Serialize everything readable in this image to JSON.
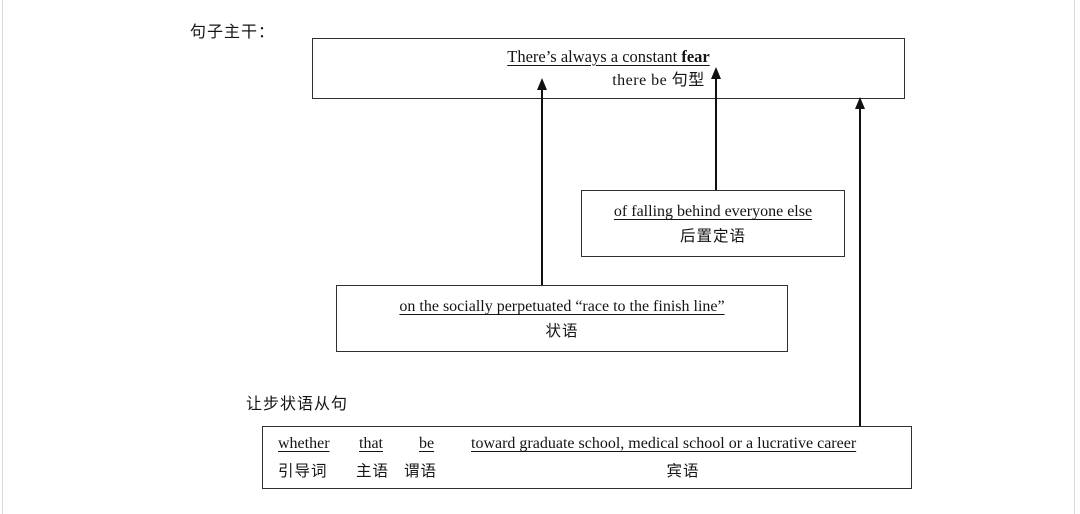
{
  "labels": {
    "main_label": "句子主干：",
    "clause_label": "让步状语从句"
  },
  "colors": {
    "text": "#141414",
    "box_border": "#2f2f2f",
    "arrow": "#111111",
    "edge_line": "#d9d9d9",
    "background": "#ffffff"
  },
  "main_box": {
    "sentence": "There’s always a constant ",
    "sentence_bold": "fear",
    "pattern_note": "there be 句型"
  },
  "attributive_box": {
    "text": "of falling behind everyone else",
    "label": "后置定语"
  },
  "adverbial_box": {
    "text": "on the socially perpetuated “race to the finish line”",
    "label": "状语"
  },
  "clause_box": {
    "words": [
      {
        "text": "whether",
        "label": "引导词"
      },
      {
        "text": "that",
        "label": "主语"
      },
      {
        "text": "be",
        "label": "谓语"
      },
      {
        "text": "toward graduate school, medical school or a lucrative career",
        "label": "宾语"
      }
    ]
  },
  "arrows": [
    {
      "name": "adverbial-to-main",
      "from": "adverbial_box",
      "to": "main_box"
    },
    {
      "name": "attributive-to-main",
      "from": "attributive_box",
      "to": "main_box"
    },
    {
      "name": "clause-to-main",
      "from": "clause_box",
      "to": "main_box"
    }
  ]
}
